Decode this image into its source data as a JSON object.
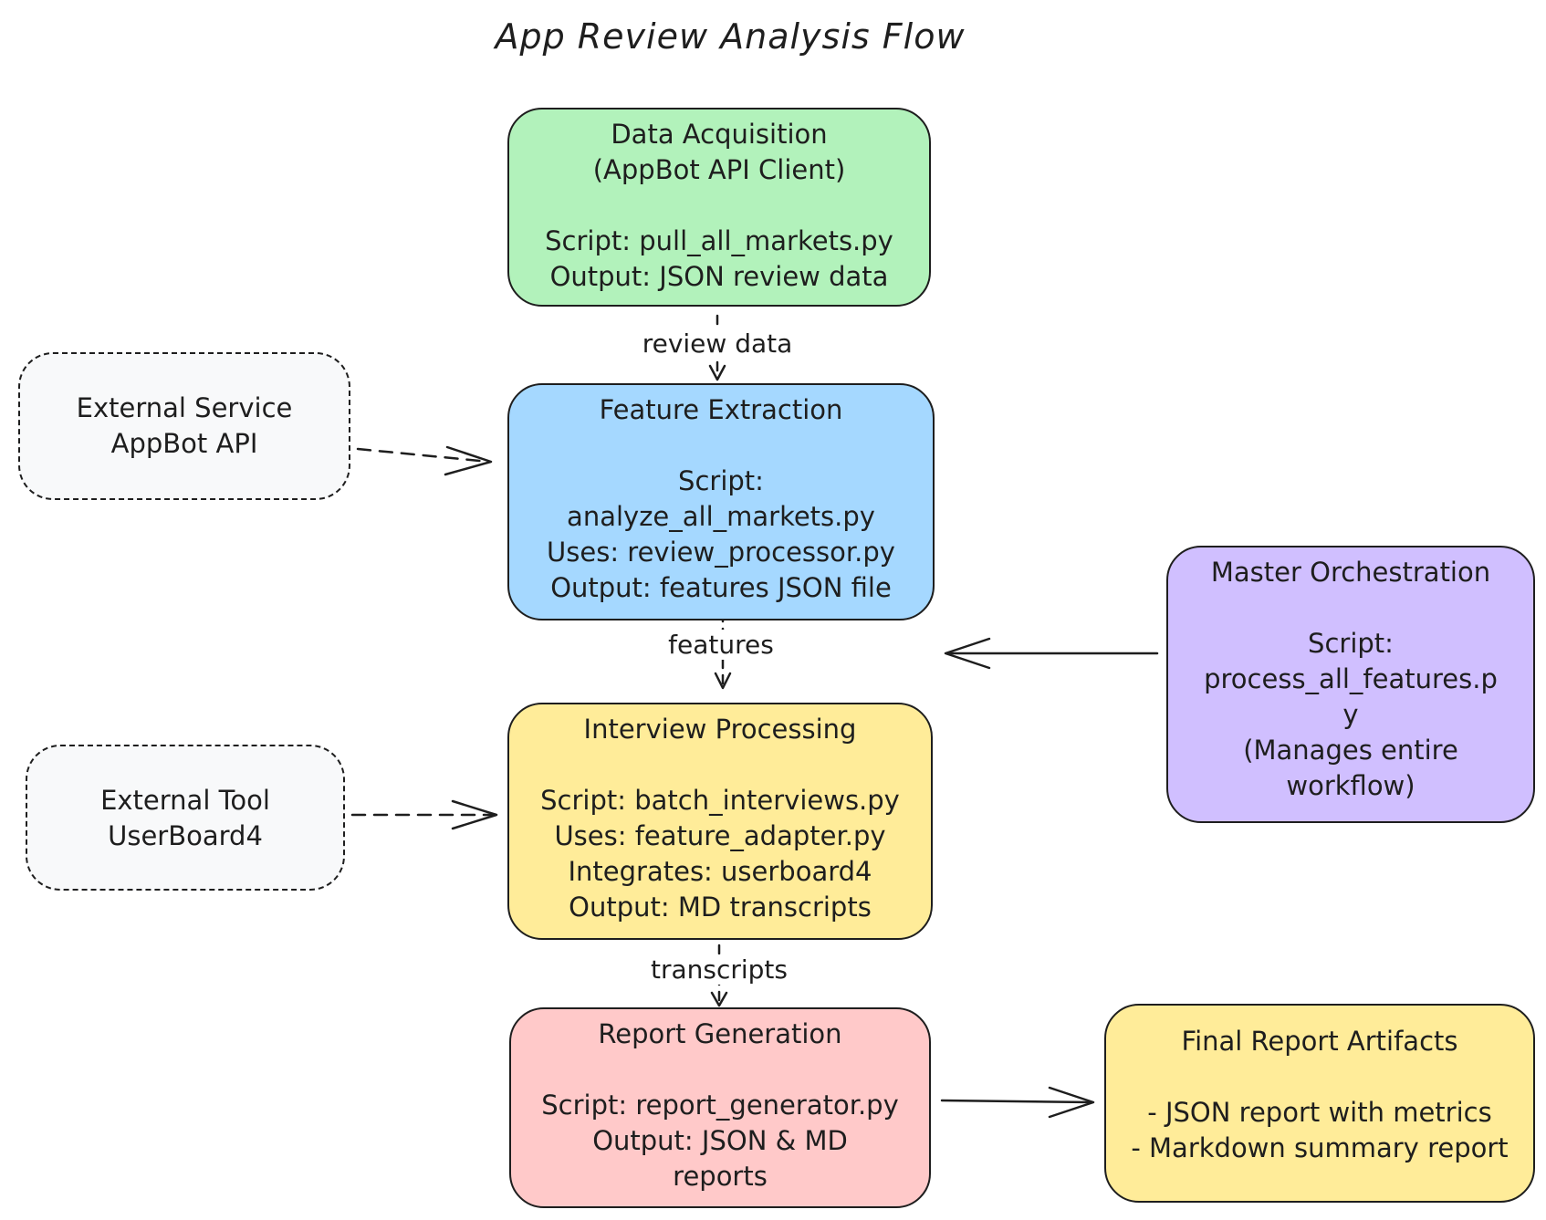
{
  "title": "App Review Analysis Flow",
  "colors": {
    "data_acquisition": "#b2f2bb",
    "feature_extraction": "#a5d8ff",
    "interview_processing": "#ffec99",
    "report_generation": "#ffc9c9",
    "master_orchestration": "#d0bfff",
    "final_report_artifacts": "#ffec99",
    "external": "#f8f9fa",
    "stroke": "#1e1e1e"
  },
  "nodes": {
    "data_acquisition": {
      "heading": [
        "Data Acquisition",
        "(AppBot API Client)"
      ],
      "details": [
        "Script: pull_all_markets.py",
        "Output: JSON review data"
      ]
    },
    "feature_extraction": {
      "heading": [
        "Feature Extraction"
      ],
      "details": [
        "Script:",
        "analyze_all_markets.py",
        "Uses: review_processor.py",
        "Output: features JSON file"
      ]
    },
    "interview_processing": {
      "heading": [
        "Interview Processing"
      ],
      "details": [
        "Script: batch_interviews.py",
        "Uses: feature_adapter.py",
        "Integrates: userboard4",
        "Output: MD transcripts"
      ]
    },
    "report_generation": {
      "heading": [
        "Report Generation"
      ],
      "details": [
        "Script: report_generator.py",
        "Output: JSON & MD",
        "reports"
      ]
    },
    "master_orchestration": {
      "heading": [
        "Master Orchestration"
      ],
      "details": [
        "Script:",
        "process_all_features.p",
        "y",
        "(Manages entire",
        "workflow)"
      ]
    },
    "final_report_artifacts": {
      "heading": [
        "Final Report Artifacts"
      ],
      "details": [
        "- JSON report with metrics",
        "- Markdown summary report"
      ]
    },
    "external_service": {
      "lines": [
        "External Service",
        "AppBot API"
      ]
    },
    "external_tool": {
      "lines": [
        "External Tool",
        "UserBoard4"
      ]
    }
  },
  "edges": {
    "review_data": "review data",
    "features": "features",
    "transcripts": "transcripts"
  }
}
